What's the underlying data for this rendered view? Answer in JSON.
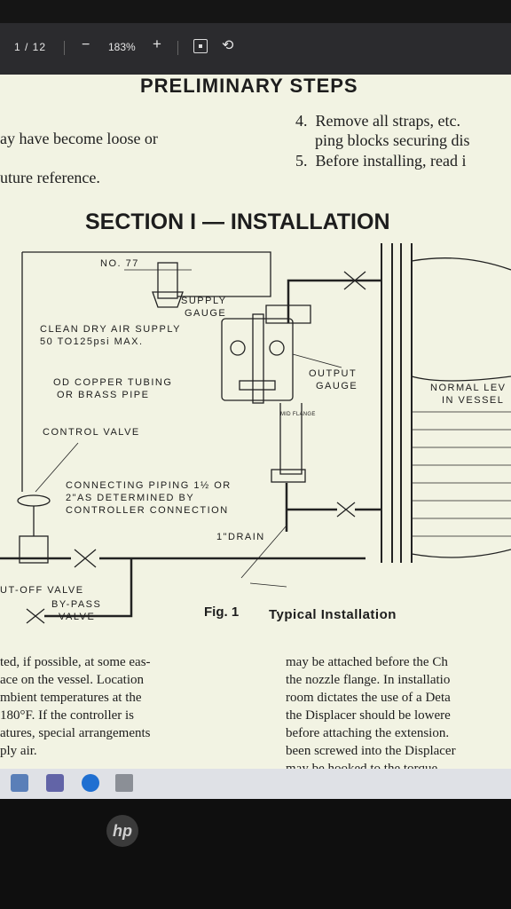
{
  "toolbar": {
    "page_indicator": "1 / 12",
    "zoom_out": "−",
    "zoom_level": "183%",
    "zoom_in": "+"
  },
  "document": {
    "heading": "PRELIMINARY STEPS",
    "left_line_1": "ay have become loose or",
    "left_line_2": "uture reference.",
    "right_items": [
      {
        "num": "4.",
        "text": "Remove all straps, etc."
      },
      {
        "num": "",
        "text": "ping blocks securing dis"
      },
      {
        "num": "5.",
        "text": "Before installing, read i"
      }
    ],
    "section_title": "SECTION I — INSTALLATION",
    "diagram_labels": {
      "no77": "NO. 77",
      "supply_gauge_1": "SUPPLY",
      "supply_gauge_2": "GAUGE",
      "clean_air_1": "CLEAN DRY AIR SUPPLY",
      "clean_air_2": "50 TO125psi MAX.",
      "tubing_1": "OD COPPER TUBING",
      "tubing_2": "OR BRASS PIPE",
      "output_1": "OUTPUT",
      "output_2": "GAUGE",
      "normal_1": "NORMAL LEV",
      "normal_2": "IN VESSEL",
      "control_valve": "CONTROL VALVE",
      "piping_1": "CONNECTING PIPING 1½ OR",
      "piping_2": "2\"AS DETERMINED BY",
      "piping_3": "CONTROLLER CONNECTION",
      "drain": "1\"DRAIN",
      "cutoff": "UT-OFF VALVE",
      "bypass_1": "BY-PASS",
      "bypass_2": "VALVE",
      "mid_flange": "MID FLANGE"
    },
    "fig_label": "Fig. 1",
    "fig_caption": "Typical Installation",
    "left_col": [
      "ted, if possible, at some eas-",
      "ace on the vessel. Location",
      "mbient temperatures at the",
      "180°F. If the controller is",
      "atures, special arrangements",
      "ply air."
    ],
    "right_col": [
      "may be attached before the Ch",
      "the nozzle flange. In installatio",
      "room dictates the use of a Deta",
      "the Displacer should be lowere",
      "before attaching the extension.",
      "been screwed into the Displacer",
      "may be hooked to the torque"
    ]
  },
  "brand": "hp"
}
